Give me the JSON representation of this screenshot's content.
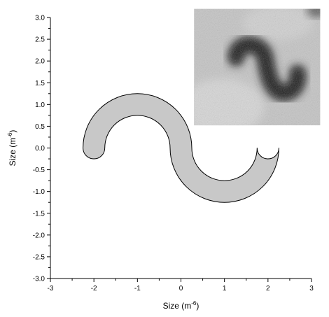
{
  "chart_data": {
    "type": "scatter",
    "title": "",
    "xlabel": "Size (m",
    "xlabel_sup": "-6",
    "xlabel_close": ")",
    "ylabel": "Size (m",
    "ylabel_sup": "-6",
    "ylabel_close": ")",
    "xlim": [
      -3,
      3
    ],
    "ylim": [
      -3,
      3
    ],
    "xticks": [
      -3,
      -2,
      -1,
      0,
      1,
      2,
      3
    ],
    "xtick_labels": [
      "-3",
      "-2",
      "-1",
      "0",
      "1",
      "2",
      "3"
    ],
    "yticks": [
      -3.0,
      -2.5,
      -2.0,
      -1.5,
      -1.0,
      -0.5,
      0.0,
      0.5,
      1.0,
      1.5,
      2.0,
      2.5,
      3.0
    ],
    "ytick_labels": [
      "-3.0",
      "-2.5",
      "-2.0",
      "-1.5",
      "-1.0",
      "-0.5",
      "0.0",
      "0.5",
      "1.0",
      "1.5",
      "2.0",
      "2.5",
      "3.0"
    ],
    "grid": false,
    "shape": {
      "description_type": "s-curve band",
      "arc1_center": [
        -1,
        0
      ],
      "arc2_center": [
        1,
        0
      ],
      "outer_radius": 1.25,
      "inner_radius": 0.75,
      "fill": "#c8c8c8",
      "stroke": "#000000"
    },
    "inset": {
      "type": "micrograph",
      "x_range": [
        0.3,
        3.2
      ],
      "y_range": [
        0.52,
        3.2
      ]
    }
  },
  "colors": {
    "band_fill": "#c8c8c8",
    "outline": "#000000",
    "inset_background": "#c4c4c4",
    "inset_particle": "#2a2a2a"
  }
}
